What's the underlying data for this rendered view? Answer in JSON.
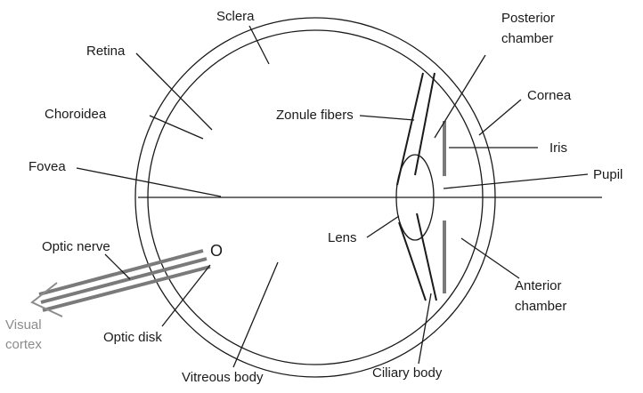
{
  "labels": {
    "sclera": "Sclera",
    "posterior_chamber_line1": "Posterior",
    "posterior_chamber_line2": "chamber",
    "retina": "Retina",
    "cornea": "Cornea",
    "choroidea": "Choroidea",
    "zonule_fibers": "Zonule fibers",
    "iris": "Iris",
    "fovea": "Fovea",
    "pupil": "Pupil",
    "optic_nerve": "Optic nerve",
    "optic_disk_marker": "O",
    "lens": "Lens",
    "visual_cortex_line1": "Visual",
    "visual_cortex_line2": "cortex",
    "optic_disk": "Optic disk",
    "anterior_chamber_line1": "Anterior",
    "anterior_chamber_line2": "chamber",
    "vitreous_body": "Vitreous body",
    "ciliary_body": "Ciliary body"
  },
  "colors": {
    "outline": "#1a1a1a",
    "optic_nerve_fibers": "#7a7a7a",
    "visual_cortex_text": "#8c8c8c"
  }
}
